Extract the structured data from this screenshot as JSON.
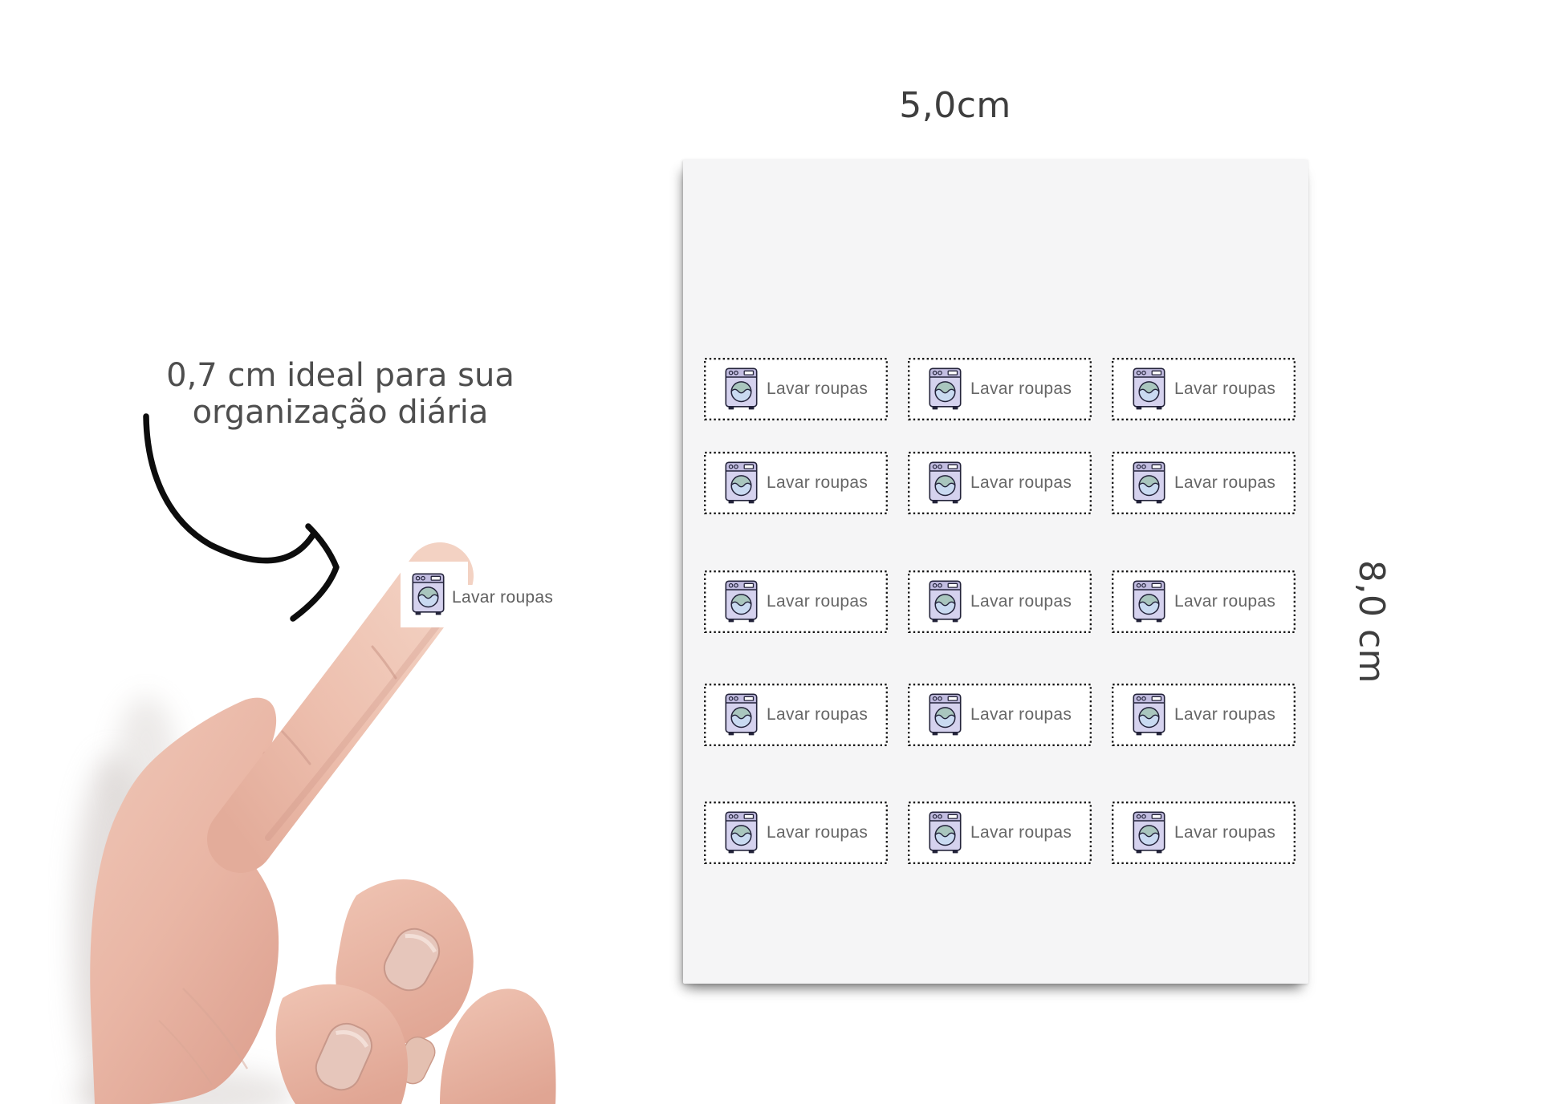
{
  "dimensions": {
    "width_label": "5,0cm",
    "height_label": "8,0 cm"
  },
  "annotation": {
    "line1": "0,7 cm ideal para sua",
    "line2": "organização diária"
  },
  "sheet": {
    "rows": 5,
    "columns": 3,
    "sticker_label": "Lavar roupas",
    "sticker_icon": "washing-machine-icon"
  },
  "mini_sticker": {
    "label": "Lavar roupas",
    "icon": "washing-machine-icon"
  },
  "colors": {
    "page_background": "#ffffff",
    "sheet_background": "#f5f5f6",
    "sticker_border": "#141414",
    "sticker_label_text": "#666666",
    "dimension_text": "#3e3e3e",
    "annotation_text": "#4e4e4e",
    "arrow": "#0d0d0d",
    "machine_body": "#d5d2ee",
    "machine_panel": "#c2bde1",
    "machine_outline": "#23233a",
    "water_top": "#a9c6be",
    "water_bottom": "#c9daf1",
    "skin": "#e9b7a6"
  }
}
